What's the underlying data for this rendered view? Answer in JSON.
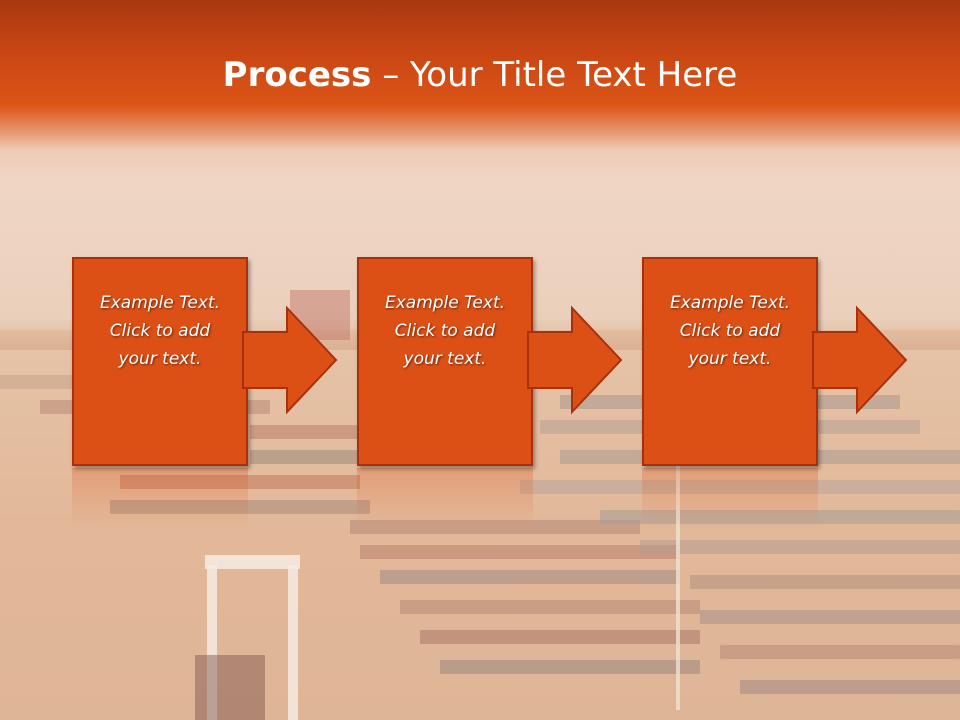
{
  "header": {
    "title_bold": "Process",
    "title_separator": " – ",
    "title_rest": "Your Title Text Here"
  },
  "steps": [
    {
      "line1": "Example Text.",
      "line2": "Click  to add",
      "line3": "your text."
    },
    {
      "line1": "Example Text.",
      "line2": "Click  to add",
      "line3": "your text."
    },
    {
      "line1": "Example Text.",
      "line2": "Click  to add",
      "line3": "your text."
    }
  ],
  "colors": {
    "header": "#c94614",
    "box_fill": "#dc5016",
    "box_border": "#a8300c",
    "text": "#ffffff"
  }
}
